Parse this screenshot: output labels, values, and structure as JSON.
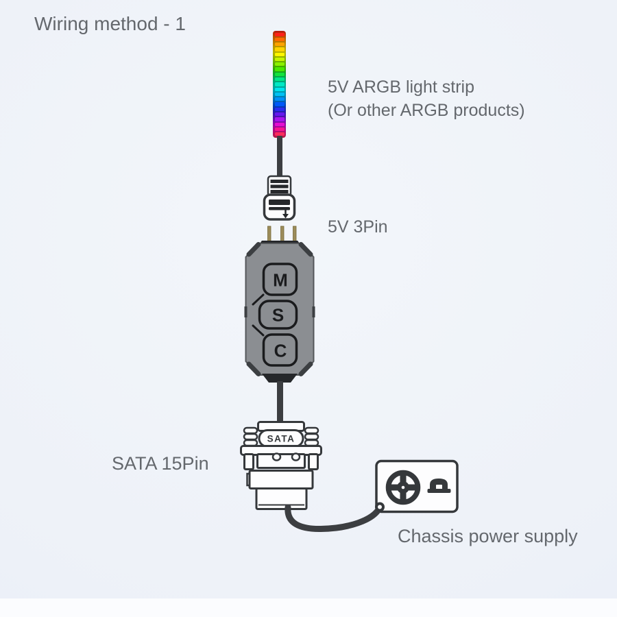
{
  "labels": {
    "title": "Wiring method - 1",
    "argb_line1": "5V ARGB light strip",
    "argb_line2": "(Or other ARGB products)",
    "pin3": "5V 3Pin",
    "sata15": "SATA 15Pin",
    "psu": "Chassis power supply"
  },
  "controller": {
    "buttons": [
      {
        "label": "M"
      },
      {
        "label": "S"
      },
      {
        "label": "C"
      }
    ]
  },
  "sata_connector": {
    "label": "SATA"
  },
  "strip": {
    "segments": [
      "#ff2018",
      "#ff6a00",
      "#ffa200",
      "#ffd400",
      "#fff600",
      "#c6f500",
      "#8af000",
      "#4ae800",
      "#12e43c",
      "#00e788",
      "#00e8c4",
      "#00e4ee",
      "#00c0f4",
      "#0090f8",
      "#0058f8",
      "#2a2cf0",
      "#6618ee",
      "#a814ee",
      "#e60ed2",
      "#f81490",
      "#fb2c5c"
    ]
  },
  "colors": {
    "outline": "#35383b",
    "cable": "#3c3e41",
    "controller_body": "#8b8e92",
    "label_text": "#64686d",
    "pin_gold": "#9c8c5a"
  }
}
